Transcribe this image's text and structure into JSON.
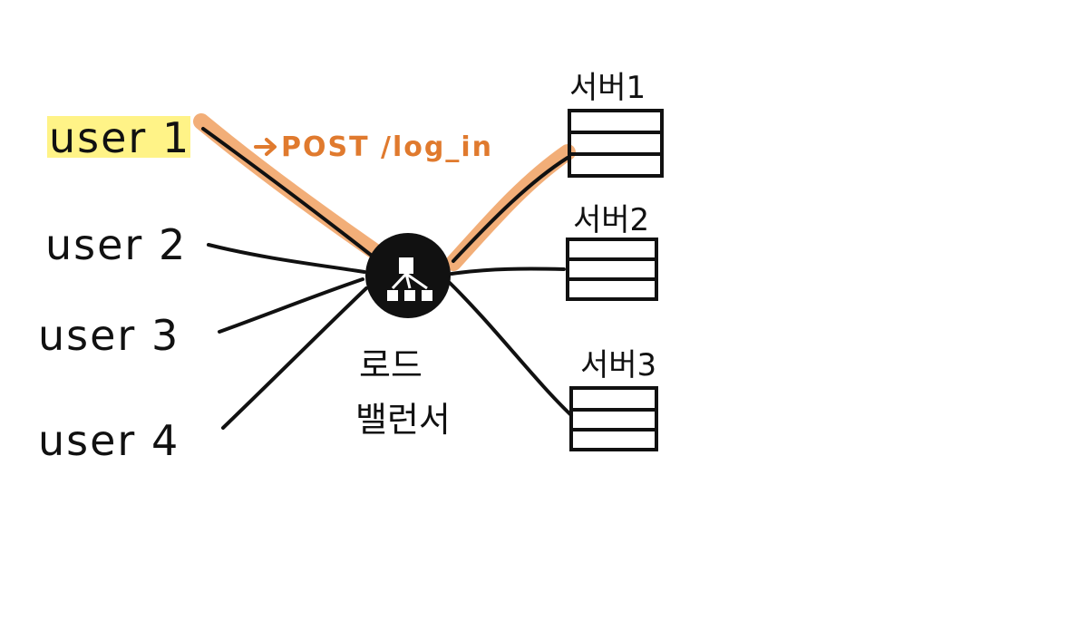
{
  "users": [
    {
      "label": "user 1"
    },
    {
      "label": "user 2"
    },
    {
      "label": "user 3"
    },
    {
      "label": "user 4"
    }
  ],
  "servers": [
    {
      "label": "서버1"
    },
    {
      "label": "서버2"
    },
    {
      "label": "서버3"
    }
  ],
  "load_balancer": {
    "label_line1": "로드",
    "label_line2": "밸런서"
  },
  "annotation": {
    "label": "POST /log_in"
  },
  "colors": {
    "ink": "#111111",
    "highlight_path": "#f0a060",
    "annotation": "#e07a2e",
    "user1_highlight": "#fff27a",
    "background": "#ffffff"
  }
}
